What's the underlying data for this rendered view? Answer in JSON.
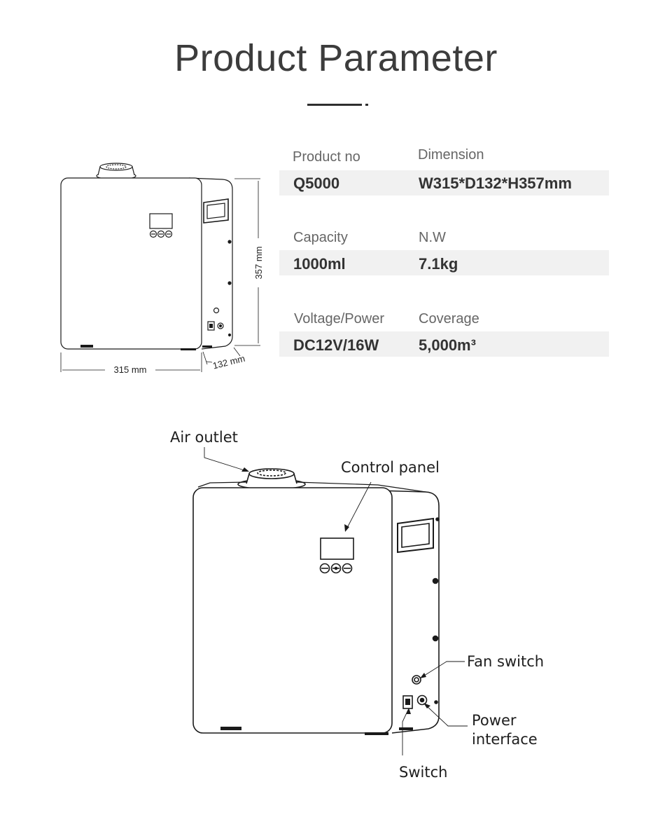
{
  "header": {
    "title": "Product Parameter"
  },
  "specs": [
    {
      "label_a": "Product no",
      "value_a": "Q5000",
      "label_b": "Dimension",
      "value_b": "W315*D132*H357mm"
    },
    {
      "label_a": "Capacity",
      "value_a": "1000ml",
      "label_b": "N.W",
      "value_b": "7.1kg"
    },
    {
      "label_a": "Voltage/Power",
      "value_a": "DC12V/16W",
      "label_b": "Coverage",
      "value_b": "5,000m³"
    }
  ],
  "dimensions": {
    "width": "315 mm",
    "depth": "132 mm",
    "height": "357 mm"
  },
  "callouts": {
    "air_outlet": "Air outlet",
    "control_panel": "Control panel",
    "fan_switch": "Fan switch",
    "power_interface_line1": "Power",
    "power_interface_line2": "interface",
    "switch": "Switch"
  },
  "colors": {
    "title": "#3c3c3c",
    "band": "#f1f1f1",
    "label": "#666666",
    "value": "#333333",
    "line": "#1a1a1a"
  }
}
